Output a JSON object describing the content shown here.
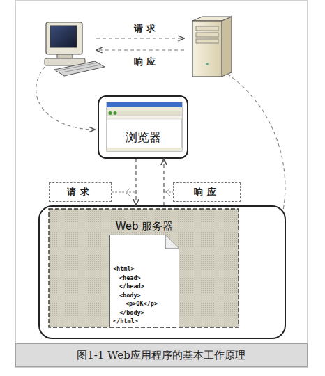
{
  "diagram": {
    "caption": "图1-1 Web应用程序的基本工作原理",
    "nodes": [
      {
        "text": [
          "浏览器"
        ]
      },
      {
        "text": [
          "Web 服务器"
        ]
      },
      {
        "text": [
          "<html>",
          "<head>",
          "</head>",
          "<body>",
          "<p>OK</p>",
          "</body>",
          "</html>"
        ],
        "in": 1
      }
    ],
    "edges": [
      {
        "from": 0,
        "to": 1,
        "arrow": "to",
        "label": "请求"
      },
      {
        "from": 1,
        "to": 0,
        "arrow": "to",
        "label": "响应"
      }
    ],
    "labels": [
      "请求",
      "响应"
    ]
  }
}
